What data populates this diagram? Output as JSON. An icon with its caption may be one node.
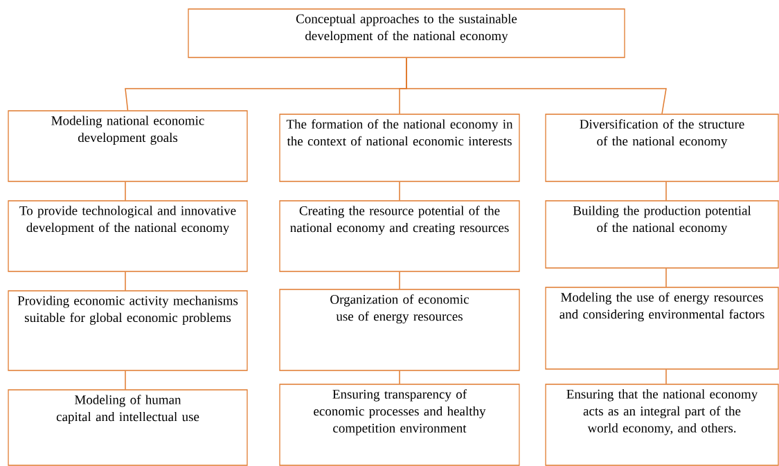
{
  "diagram": {
    "nodes": [
      {
        "text": [
          "Conceptual approaches to the sustainable development of the national economy"
        ]
      },
      {
        "text": [
          "Modeling national economic development goals"
        ]
      },
      {
        "text": [
          "The formation of the national economy in the context of national economic interests"
        ]
      },
      {
        "text": [
          "Diversification of the structure of the national economy"
        ]
      },
      {
        "text": [
          "To provide technological and innovative development of the national economy"
        ]
      },
      {
        "text": [
          "Creating the resource potential of the national economy and creating resources"
        ]
      },
      {
        "text": [
          "Building the production potential of the national economy"
        ]
      },
      {
        "text": [
          "Providing economic activity mechanisms suitable for global economic problems"
        ]
      },
      {
        "text": [
          "Organization of economic use of energy resources"
        ]
      },
      {
        "text": [
          "Modeling the use of energy resources and considering environmental factors"
        ]
      },
      {
        "text": [
          "Modeling of human capital and intellectual use"
        ]
      },
      {
        "text": [
          "Ensuring transparency of economic processes and healthy competition environment"
        ]
      },
      {
        "text": [
          "Ensuring that the national economy acts as an integral part of the world economy, and others."
        ]
      }
    ],
    "edges": [
      {
        "from": 0,
        "to": 1,
        "arrow": "none"
      },
      {
        "from": 0,
        "to": 2,
        "arrow": "none"
      },
      {
        "from": 0,
        "to": 3,
        "arrow": "none"
      },
      {
        "from": 1,
        "to": 4,
        "arrow": "none"
      },
      {
        "from": 4,
        "to": 7,
        "arrow": "none"
      },
      {
        "from": 7,
        "to": 10,
        "arrow": "none"
      },
      {
        "from": 2,
        "to": 5,
        "arrow": "none"
      },
      {
        "from": 5,
        "to": 8,
        "arrow": "none"
      },
      {
        "from": 8,
        "to": 11,
        "arrow": "none"
      },
      {
        "from": 3,
        "to": 6,
        "arrow": "none"
      },
      {
        "from": 6,
        "to": 9,
        "arrow": "none"
      },
      {
        "from": 9,
        "to": 12,
        "arrow": "none"
      }
    ]
  }
}
